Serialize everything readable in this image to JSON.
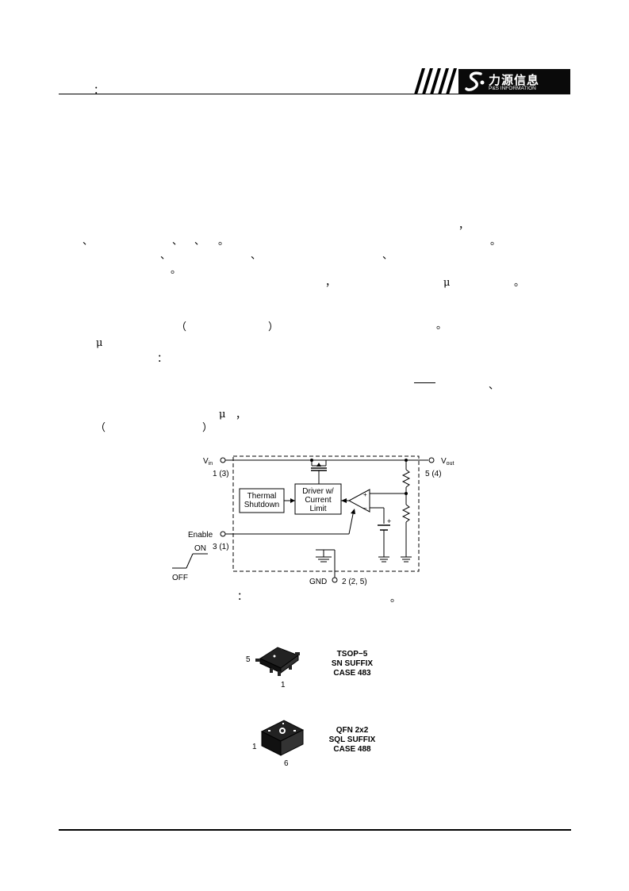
{
  "header": {
    "colon": "：",
    "logo_cn": "力源信息",
    "logo_en": "P&S INFORMATION"
  },
  "body_punct": {
    "comma_1": "，",
    "dun_1": "、",
    "dun_2": "、",
    "dun_3": "、",
    "period_1": "。",
    "period_2": "。",
    "dun_4": "、",
    "dun_5": "、",
    "dun_6": "、",
    "period_3": "。",
    "comma_2": "，",
    "mu_1": "μ",
    "period_4": "。",
    "paren_open_1": "（",
    "paren_close_1": "）",
    "period_5": "。",
    "mu_2": "μ",
    "colon_1": "：",
    "dun_7": "、",
    "mu_3": "μ",
    "comma_3": "，",
    "paren_open_2": "（",
    "paren_close_2": "）",
    "caption_colon": "：",
    "caption_period": "。"
  },
  "diagram": {
    "vin_label": "V",
    "vin_sub": "in",
    "vin_pin": "1 (3)",
    "vout_label": "V",
    "vout_sub": "out",
    "vout_pin": "5 (4)",
    "thermal_line1": "Thermal",
    "thermal_line2": "Shutdown",
    "driver_line1": "Driver w/",
    "driver_line2": "Current",
    "driver_line3": "Limit",
    "enable_label": "Enable",
    "enable_pin": "3 (1)",
    "on_label": "ON",
    "off_label": "OFF",
    "gnd_label": "GND",
    "gnd_pin": "2 (2, 5)",
    "opamp_plus": "+",
    "opamp_minus": "−",
    "ref_plus": "+"
  },
  "packages": [
    {
      "pin_left": "5",
      "pin_bottom": "1",
      "line1": "TSOP−5",
      "line2": "SN SUFFIX",
      "line3": "CASE 483"
    },
    {
      "pin_left": "1",
      "pin_bottom": "6",
      "line1": "QFN 2x2",
      "line2": "SQL SUFFIX",
      "line3": "CASE 488"
    }
  ]
}
